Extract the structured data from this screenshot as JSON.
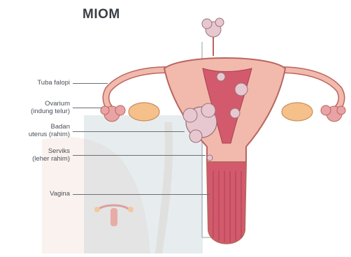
{
  "title": "MIOM",
  "labels": {
    "tuba_falopi": "Tuba falopi",
    "ovarium_line1": "Ovarium",
    "ovarium_line2": "(indung telur)",
    "badan_line1": "Badan",
    "badan_line2": "uterus (rahim)",
    "serviks_line1": "Serviks",
    "serviks_line2": "(leher rahim)",
    "vagina": "Vagina"
  },
  "colors": {
    "uterus_fill": "#f2b9ad",
    "uterus_stroke": "#b9655e",
    "cavity": "#d35a6c",
    "fibroid": "#e7c8d0",
    "ovary": "#f6c08b",
    "overlay": "#b9cbd2"
  }
}
